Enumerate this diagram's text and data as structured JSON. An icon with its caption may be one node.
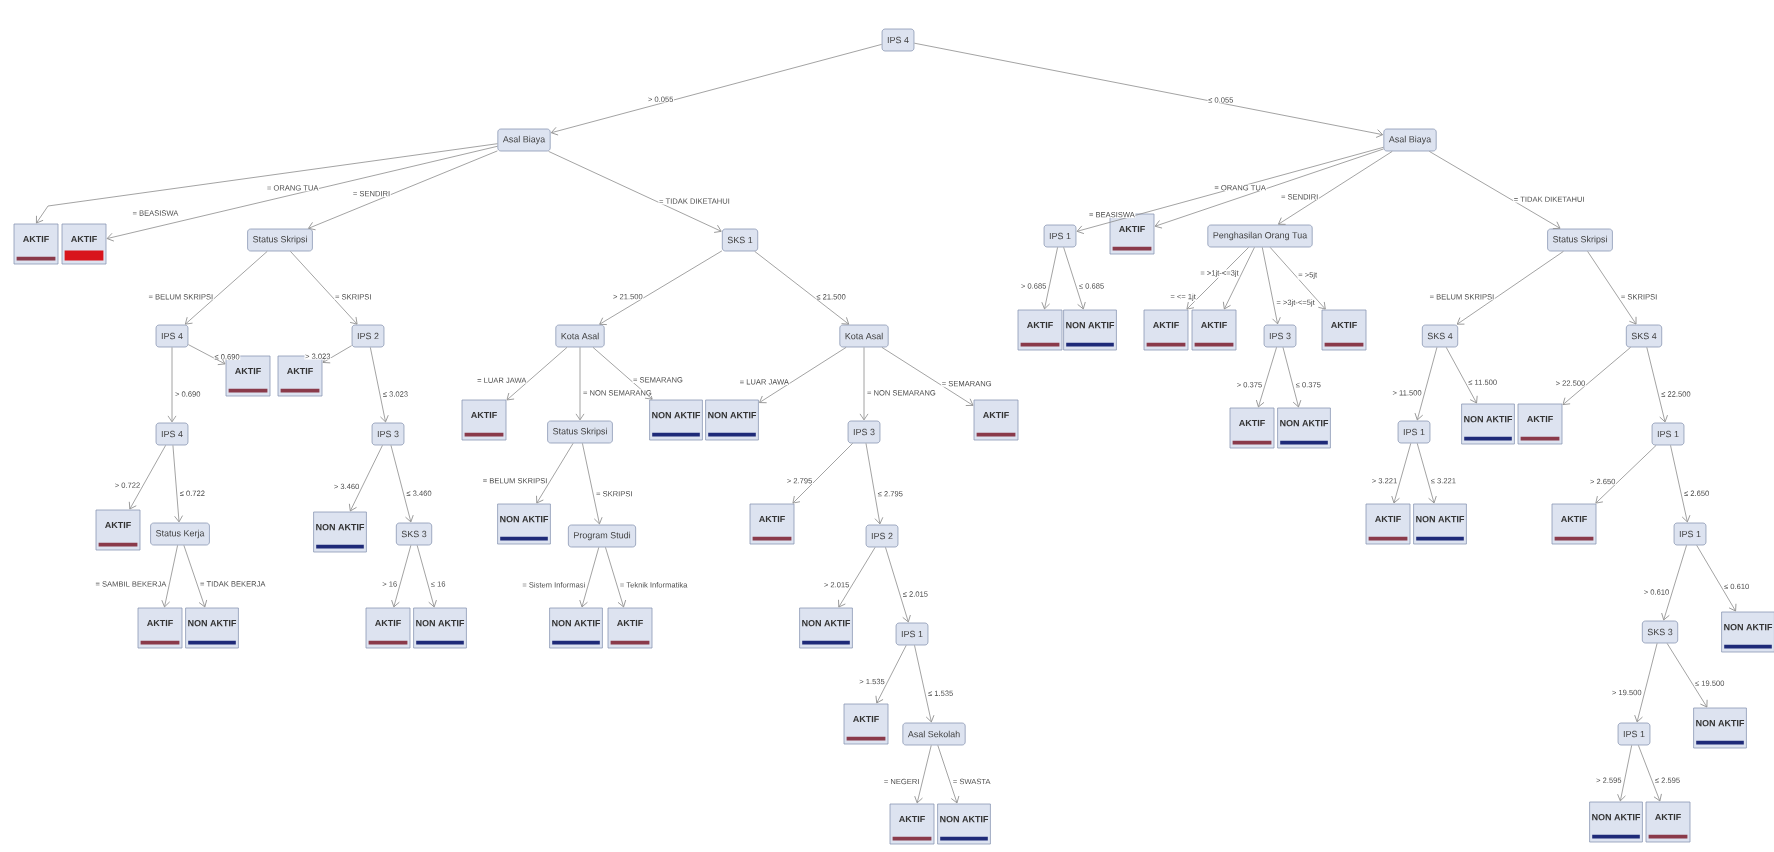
{
  "diagram": {
    "nodes": [
      {
        "text": [
          "IPS 4"
        ]
      },
      {
        "text": [
          "Asal Biaya"
        ]
      },
      {
        "text": [
          "Asal Biaya"
        ]
      },
      {
        "text": [
          "AKTIF"
        ]
      },
      {
        "text": [
          "AKTIF"
        ]
      },
      {
        "text": [
          "Status Skripsi"
        ]
      },
      {
        "text": [
          "SKS 1"
        ]
      },
      {
        "text": [
          "IPS 4"
        ]
      },
      {
        "text": [
          "IPS 2"
        ]
      },
      {
        "text": [
          "IPS 4"
        ]
      },
      {
        "text": [
          "AKTIF"
        ]
      },
      {
        "text": [
          "AKTIF"
        ]
      },
      {
        "text": [
          "IPS 3"
        ]
      },
      {
        "text": [
          "AKTIF"
        ]
      },
      {
        "text": [
          "Status Kerja"
        ]
      },
      {
        "text": [
          "AKTIF"
        ]
      },
      {
        "text": [
          "NON AKTIF"
        ]
      },
      {
        "text": [
          "NON AKTIF"
        ]
      },
      {
        "text": [
          "SKS 3"
        ]
      },
      {
        "text": [
          "AKTIF"
        ]
      },
      {
        "text": [
          "NON AKTIF"
        ]
      },
      {
        "text": [
          "Kota Asal"
        ]
      },
      {
        "text": [
          "Kota Asal"
        ]
      },
      {
        "text": [
          "AKTIF"
        ]
      },
      {
        "text": [
          "Status Skripsi"
        ]
      },
      {
        "text": [
          "NON AKTIF"
        ]
      },
      {
        "text": [
          "NON AKTIF"
        ]
      },
      {
        "text": [
          "Program Studi"
        ]
      },
      {
        "text": [
          "NON AKTIF"
        ]
      },
      {
        "text": [
          "AKTIF"
        ]
      },
      {
        "text": [
          "NON AKTIF"
        ]
      },
      {
        "text": [
          "IPS 3"
        ]
      },
      {
        "text": [
          "AKTIF"
        ]
      },
      {
        "text": [
          "AKTIF"
        ]
      },
      {
        "text": [
          "IPS 2"
        ]
      },
      {
        "text": [
          "NON AKTIF"
        ]
      },
      {
        "text": [
          "IPS 1"
        ]
      },
      {
        "text": [
          "AKTIF"
        ]
      },
      {
        "text": [
          "Asal Sekolah"
        ]
      },
      {
        "text": [
          "AKTIF"
        ]
      },
      {
        "text": [
          "NON AKTIF"
        ]
      },
      {
        "text": [
          "IPS 1"
        ]
      },
      {
        "text": [
          "AKTIF"
        ]
      },
      {
        "text": [
          "Penghasilan Orang Tua"
        ]
      },
      {
        "text": [
          "Status Skripsi"
        ]
      },
      {
        "text": [
          "AKTIF"
        ]
      },
      {
        "text": [
          "NON AKTIF"
        ]
      },
      {
        "text": [
          "AKTIF"
        ]
      },
      {
        "text": [
          "AKTIF"
        ]
      },
      {
        "text": [
          "IPS 3"
        ]
      },
      {
        "text": [
          "AKTIF"
        ]
      },
      {
        "text": [
          "AKTIF"
        ]
      },
      {
        "text": [
          "NON AKTIF"
        ]
      },
      {
        "text": [
          "SKS 4"
        ]
      },
      {
        "text": [
          "SKS 4"
        ]
      },
      {
        "text": [
          "IPS 1"
        ]
      },
      {
        "text": [
          "NON AKTIF"
        ]
      },
      {
        "text": [
          "AKTIF"
        ]
      },
      {
        "text": [
          "NON AKTIF"
        ]
      },
      {
        "text": [
          "AKTIF"
        ]
      },
      {
        "text": [
          "IPS 1"
        ]
      },
      {
        "text": [
          "AKTIF"
        ]
      },
      {
        "text": [
          "IPS 1"
        ]
      },
      {
        "text": [
          "SKS 3"
        ]
      },
      {
        "text": [
          "NON AKTIF"
        ]
      },
      {
        "text": [
          "IPS 1"
        ]
      },
      {
        "text": [
          "NON AKTIF"
        ]
      },
      {
        "text": [
          "NON AKTIF"
        ]
      },
      {
        "text": [
          "AKTIF"
        ]
      }
    ],
    "edges": [
      {
        "from": 0,
        "to": 1,
        "arrow": "to",
        "label": "> 0.055"
      },
      {
        "from": 0,
        "to": 2,
        "arrow": "to",
        "label": "≤ 0.055"
      },
      {
        "from": 1,
        "to": 3,
        "arrow": "to",
        "label": "= BEASISWA"
      },
      {
        "from": 1,
        "to": 4,
        "arrow": "to",
        "label": "= ORANG TUA"
      },
      {
        "from": 1,
        "to": 5,
        "arrow": "to",
        "label": "= SENDIRI"
      },
      {
        "from": 1,
        "to": 6,
        "arrow": "to",
        "label": "= TIDAK DIKETAHUI"
      },
      {
        "from": 5,
        "to": 7,
        "arrow": "to",
        "label": "= BELUM SKRIPSI"
      },
      {
        "from": 5,
        "to": 8,
        "arrow": "to",
        "label": "= SKRIPSI"
      },
      {
        "from": 7,
        "to": 9,
        "arrow": "to",
        "label": "> 0.690"
      },
      {
        "from": 7,
        "to": 10,
        "arrow": "to",
        "label": "≤ 0.690"
      },
      {
        "from": 8,
        "to": 11,
        "arrow": "to",
        "label": "> 3.023"
      },
      {
        "from": 8,
        "to": 12,
        "arrow": "to",
        "label": "≤ 3.023"
      },
      {
        "from": 9,
        "to": 13,
        "arrow": "to",
        "label": "> 0.722"
      },
      {
        "from": 9,
        "to": 14,
        "arrow": "to",
        "label": "≤ 0.722"
      },
      {
        "from": 14,
        "to": 15,
        "arrow": "to",
        "label": "= SAMBIL BEKERJA"
      },
      {
        "from": 14,
        "to": 16,
        "arrow": "to",
        "label": "= TIDAK BEKERJA"
      },
      {
        "from": 12,
        "to": 17,
        "arrow": "to",
        "label": "> 3.460"
      },
      {
        "from": 12,
        "to": 18,
        "arrow": "to",
        "label": "≤ 3.460"
      },
      {
        "from": 18,
        "to": 19,
        "arrow": "to",
        "label": "> 16"
      },
      {
        "from": 18,
        "to": 20,
        "arrow": "to",
        "label": "≤ 16"
      },
      {
        "from": 6,
        "to": 21,
        "arrow": "to",
        "label": "> 21.500"
      },
      {
        "from": 6,
        "to": 22,
        "arrow": "to",
        "label": "≤ 21.500"
      },
      {
        "from": 21,
        "to": 23,
        "arrow": "to",
        "label": "= LUAR JAWA"
      },
      {
        "from": 21,
        "to": 24,
        "arrow": "to",
        "label": "= NON SEMARANG"
      },
      {
        "from": 21,
        "to": 25,
        "arrow": "to",
        "label": "= SEMARANG"
      },
      {
        "from": 24,
        "to": 26,
        "arrow": "to",
        "label": "= BELUM SKRIPSI"
      },
      {
        "from": 24,
        "to": 27,
        "arrow": "to",
        "label": "= SKRIPSI"
      },
      {
        "from": 27,
        "to": 28,
        "arrow": "to",
        "label": "= Sistem Informasi"
      },
      {
        "from": 27,
        "to": 29,
        "arrow": "to",
        "label": "= Teknik Informatika"
      },
      {
        "from": 22,
        "to": 30,
        "arrow": "to",
        "label": "= LUAR JAWA"
      },
      {
        "from": 22,
        "to": 31,
        "arrow": "to",
        "label": "= NON SEMARANG"
      },
      {
        "from": 22,
        "to": 32,
        "arrow": "to",
        "label": "= SEMARANG"
      },
      {
        "from": 31,
        "to": 33,
        "arrow": "to",
        "label": "> 2.795"
      },
      {
        "from": 31,
        "to": 34,
        "arrow": "to",
        "label": "≤ 2.795"
      },
      {
        "from": 34,
        "to": 35,
        "arrow": "to",
        "label": "> 2.015"
      },
      {
        "from": 34,
        "to": 36,
        "arrow": "to",
        "label": "≤ 2.015"
      },
      {
        "from": 36,
        "to": 37,
        "arrow": "to",
        "label": "> 1.535"
      },
      {
        "from": 36,
        "to": 38,
        "arrow": "to",
        "label": "≤ 1.535"
      },
      {
        "from": 38,
        "to": 39,
        "arrow": "to",
        "label": "= NEGERI"
      },
      {
        "from": 38,
        "to": 40,
        "arrow": "to",
        "label": "= SWASTA"
      },
      {
        "from": 2,
        "to": 41,
        "arrow": "to",
        "label": "= BEASISWA"
      },
      {
        "from": 2,
        "to": 42,
        "arrow": "to",
        "label": "= ORANG TUA"
      },
      {
        "from": 2,
        "to": 43,
        "arrow": "to",
        "label": "= SENDIRI"
      },
      {
        "from": 2,
        "to": 44,
        "arrow": "to",
        "label": "= TIDAK DIKETAHUI"
      },
      {
        "from": 41,
        "to": 45,
        "arrow": "to",
        "label": "> 0.685"
      },
      {
        "from": 41,
        "to": 46,
        "arrow": "to",
        "label": "≤ 0.685"
      },
      {
        "from": 43,
        "to": 47,
        "arrow": "to",
        "label": "= <= 1jt"
      },
      {
        "from": 43,
        "to": 48,
        "arrow": "to",
        "label": "= >1jt-<=3jt"
      },
      {
        "from": 43,
        "to": 49,
        "arrow": "to",
        "label": "= >3jt-<=5jt"
      },
      {
        "from": 43,
        "to": 50,
        "arrow": "to",
        "label": "= >5jt"
      },
      {
        "from": 49,
        "to": 51,
        "arrow": "to",
        "label": "> 0.375"
      },
      {
        "from": 49,
        "to": 52,
        "arrow": "to",
        "label": "≤ 0.375"
      },
      {
        "from": 44,
        "to": 53,
        "arrow": "to",
        "label": "= BELUM SKRIPSI"
      },
      {
        "from": 44,
        "to": 54,
        "arrow": "to",
        "label": "= SKRIPSI"
      },
      {
        "from": 53,
        "to": 55,
        "arrow": "to",
        "label": "> 11.500"
      },
      {
        "from": 53,
        "to": 56,
        "arrow": "to",
        "label": "≤ 11.500"
      },
      {
        "from": 55,
        "to": 57,
        "arrow": "to",
        "label": "> 3.221"
      },
      {
        "from": 55,
        "to": 58,
        "arrow": "to",
        "label": "≤ 3.221"
      },
      {
        "from": 54,
        "to": 59,
        "arrow": "to",
        "label": "> 22.500"
      },
      {
        "from": 54,
        "to": 60,
        "arrow": "to",
        "label": "≤ 22.500"
      },
      {
        "from": 60,
        "to": 61,
        "arrow": "to",
        "label": "> 2.650"
      },
      {
        "from": 60,
        "to": 62,
        "arrow": "to",
        "label": "≤ 2.650"
      },
      {
        "from": 62,
        "to": 63,
        "arrow": "to",
        "label": "> 0.610"
      },
      {
        "from": 62,
        "to": 64,
        "arrow": "to",
        "label": "≤ 0.610"
      },
      {
        "from": 63,
        "to": 65,
        "arrow": "to",
        "label": "> 19.500"
      },
      {
        "from": 63,
        "to": 66,
        "arrow": "to",
        "label": "≤ 19.500"
      },
      {
        "from": 65,
        "to": 67,
        "arrow": "to",
        "label": "> 2.595"
      },
      {
        "from": 65,
        "to": 68,
        "arrow": "to",
        "label": "≤ 2.595"
      }
    ]
  }
}
